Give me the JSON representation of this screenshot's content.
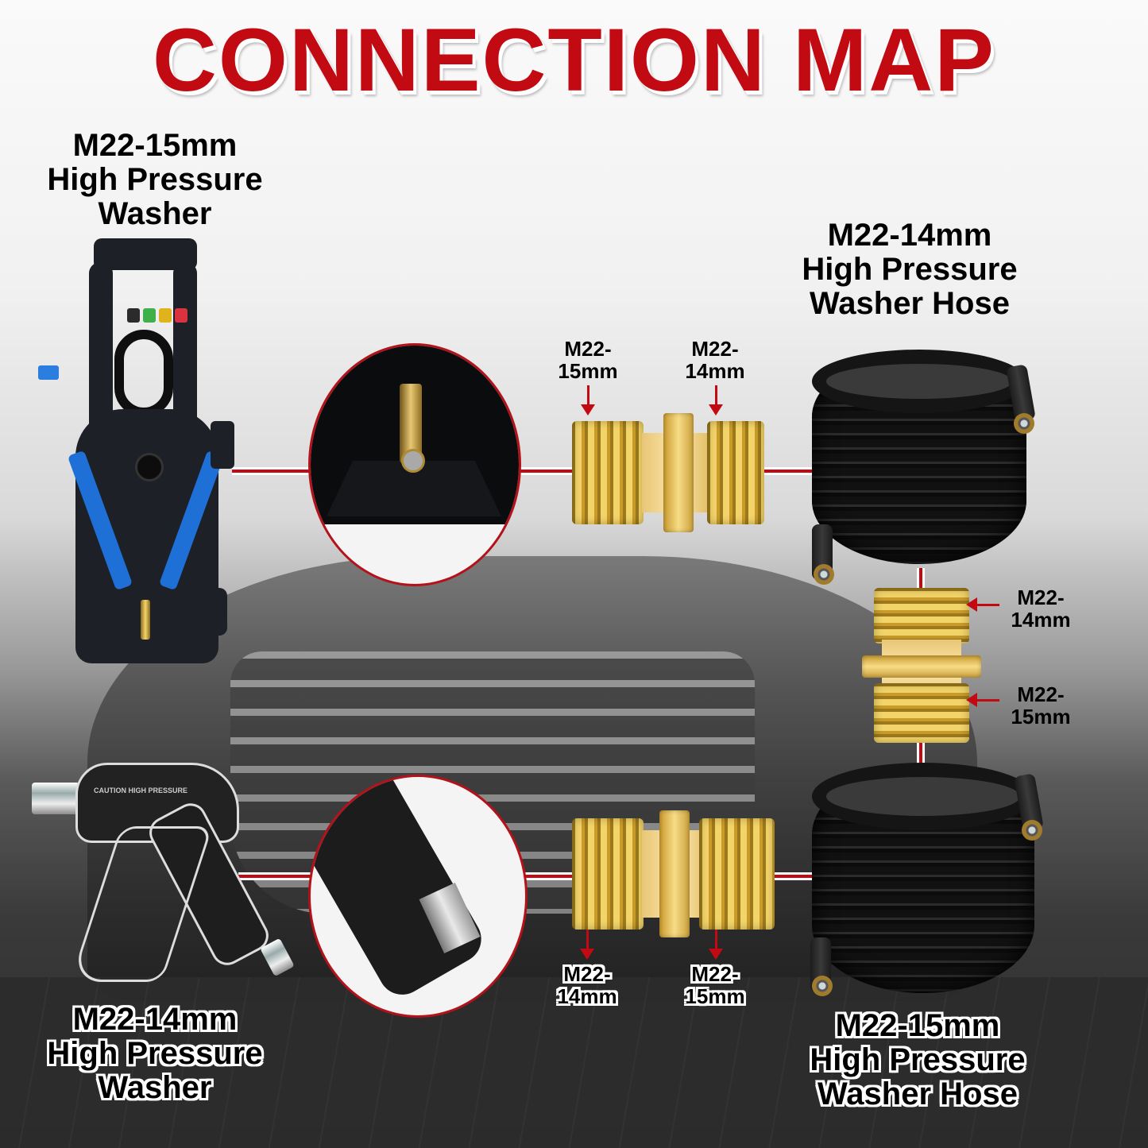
{
  "title": "CONNECTION MAP",
  "colors": {
    "title_red": "#c20a12",
    "line_red": "#c20a12",
    "brass": "#e6c35c",
    "washer_blue": "#1e6fd6",
    "text": "#000000"
  },
  "products": {
    "washer_top": {
      "line1": "M22-15mm",
      "line2": "High Pressure",
      "line3": "Washer"
    },
    "hose_top": {
      "line1": "M22-14mm",
      "line2": "High Pressure",
      "line3": "Washer Hose"
    },
    "gun_bottom": {
      "line1": "M22-14mm",
      "line2": "High Pressure",
      "line3": "Washer"
    },
    "hose_bottom": {
      "line1": "M22-15mm",
      "line2": "High Pressure",
      "line3": "Washer Hose"
    }
  },
  "couplers": {
    "top": {
      "left": {
        "line1": "M22-",
        "line2": "15mm"
      },
      "right": {
        "line1": "M22-",
        "line2": "14mm"
      }
    },
    "vertical": {
      "top": {
        "line1": "M22-",
        "line2": "14mm"
      },
      "bottom": {
        "line1": "M22-",
        "line2": "15mm"
      }
    },
    "bottom": {
      "left": {
        "line1": "M22-",
        "line2": "14mm"
      },
      "right": {
        "line1": "M22-",
        "line2": "15mm"
      }
    }
  },
  "gun": {
    "caution_text": "CAUTION HIGH PRESSURE"
  },
  "nozzles": [
    "#2b2b2b",
    "#3db04a",
    "#e0b21b",
    "#d9333f"
  ]
}
